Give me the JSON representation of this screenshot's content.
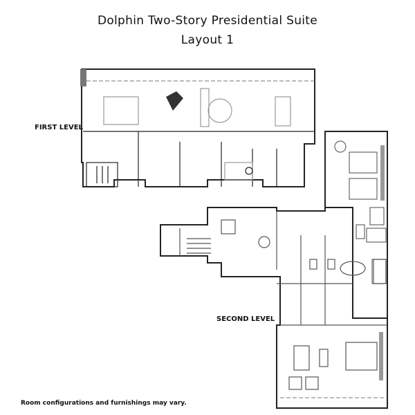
{
  "title": "Dolphin Two-Story Presidential Suite",
  "subtitle": "Layout 1",
  "labels": {
    "first_level": "FIRST LEVEL",
    "second_level": "SECOND LEVEL"
  },
  "note": "Room configurations and furnishings may vary."
}
